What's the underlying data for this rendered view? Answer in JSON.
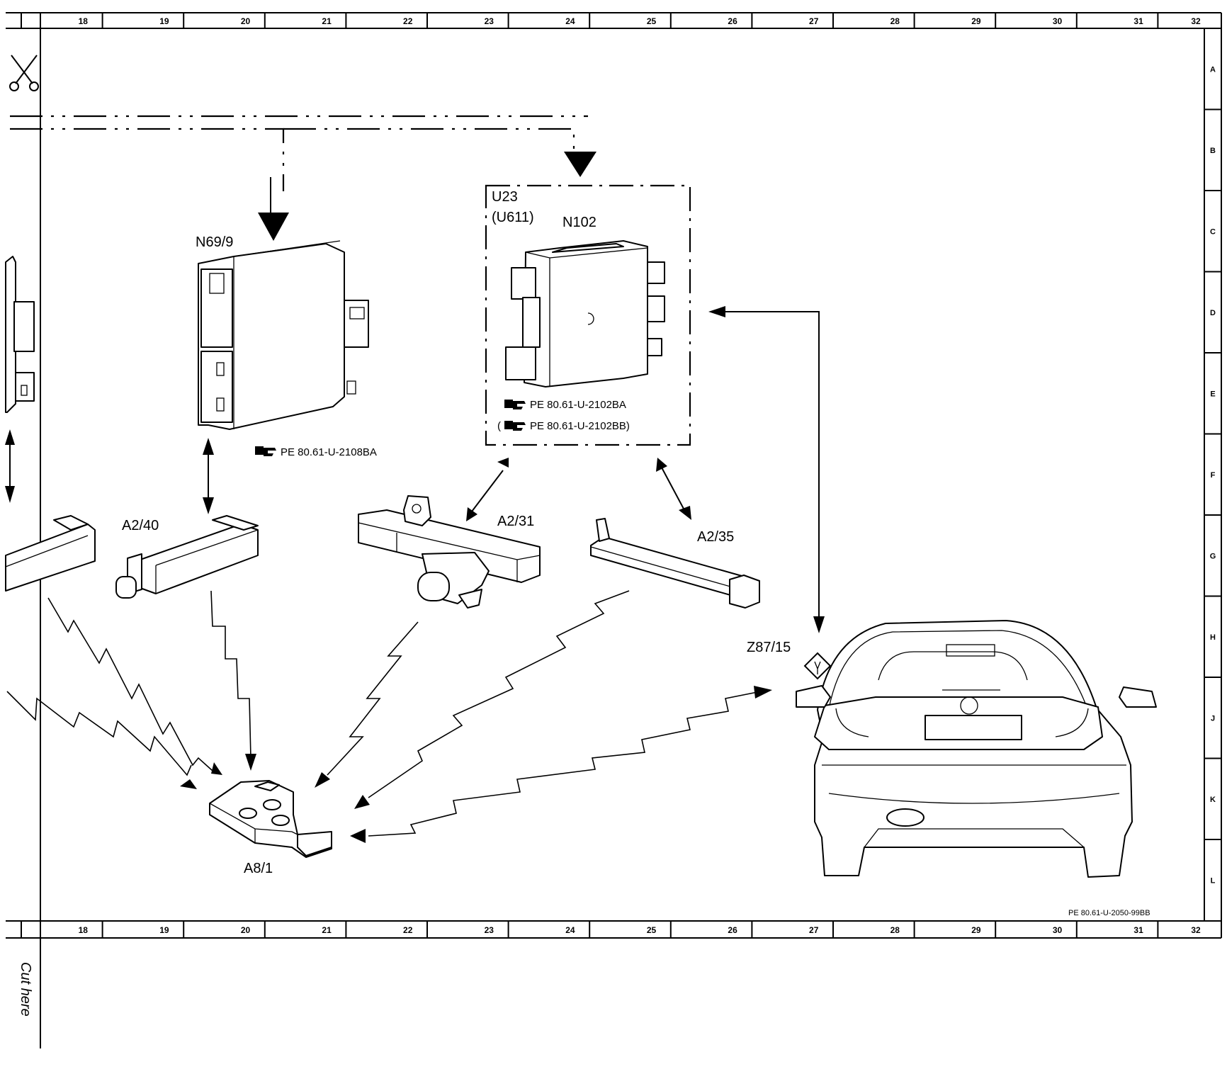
{
  "grid": {
    "columns": [
      "18",
      "19",
      "20",
      "21",
      "22",
      "23",
      "24",
      "25",
      "26",
      "27",
      "28",
      "29",
      "30",
      "31",
      "32"
    ],
    "rows": [
      "A",
      "B",
      "C",
      "D",
      "E",
      "F",
      "G",
      "H",
      "J",
      "K",
      "L"
    ]
  },
  "sheet": {
    "cut_here": "Cut here",
    "drawing_ref": "PE 80.61-U-2050-99BB"
  },
  "components": {
    "n69_9": {
      "label": "N69/9",
      "ref": "PE 80.61-U-2108BA"
    },
    "u23": {
      "label": "U23",
      "alt_label": "(U611)"
    },
    "n102": {
      "label": "N102",
      "ref_a": "PE 80.61-U-2102BA",
      "ref_b": "(",
      "ref_b_text": "PE 80.61-U-2102BB)"
    },
    "a2_40": {
      "label": "A2/40"
    },
    "a2_31": {
      "label": "A2/31"
    },
    "a2_35": {
      "label": "A2/35"
    },
    "a8_1": {
      "label": "A8/1"
    },
    "z87_15": {
      "label": "Z87/15"
    }
  }
}
